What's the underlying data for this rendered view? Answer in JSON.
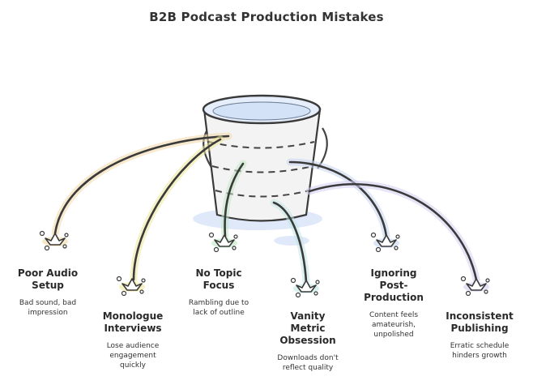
{
  "title": "B2B Podcast Production Mistakes",
  "mistakes": [
    {
      "title": "Poor Audio\nSetup",
      "description": "Bad sound, bad\nimpression",
      "accent": "#f3d9a6"
    },
    {
      "title": "Monologue\nInterviews",
      "description": "Lose audience\nengagement\nquickly",
      "accent": "#efe89a"
    },
    {
      "title": "No Topic\nFocus",
      "description": "Rambling due to\nlack of outline",
      "accent": "#bfe8c4"
    },
    {
      "title": "Vanity\nMetric\nObsession",
      "description": "Downloads don't\nreflect quality",
      "accent": "#bfe6e4"
    },
    {
      "title": "Ignoring\nPost-\nProduction",
      "description": "Content feels\namateurish,\nunpolished",
      "accent": "#c7d6f1"
    },
    {
      "title": "Inconsistent\nPublishing",
      "description": "Erratic schedule\nhinders growth",
      "accent": "#d3cdf2"
    }
  ],
  "colors": {
    "outline": "#3a3a3a",
    "bucket_fill": "#f2f2f2",
    "water": "#d9e6f7",
    "puddle": "#d9e6f7"
  }
}
